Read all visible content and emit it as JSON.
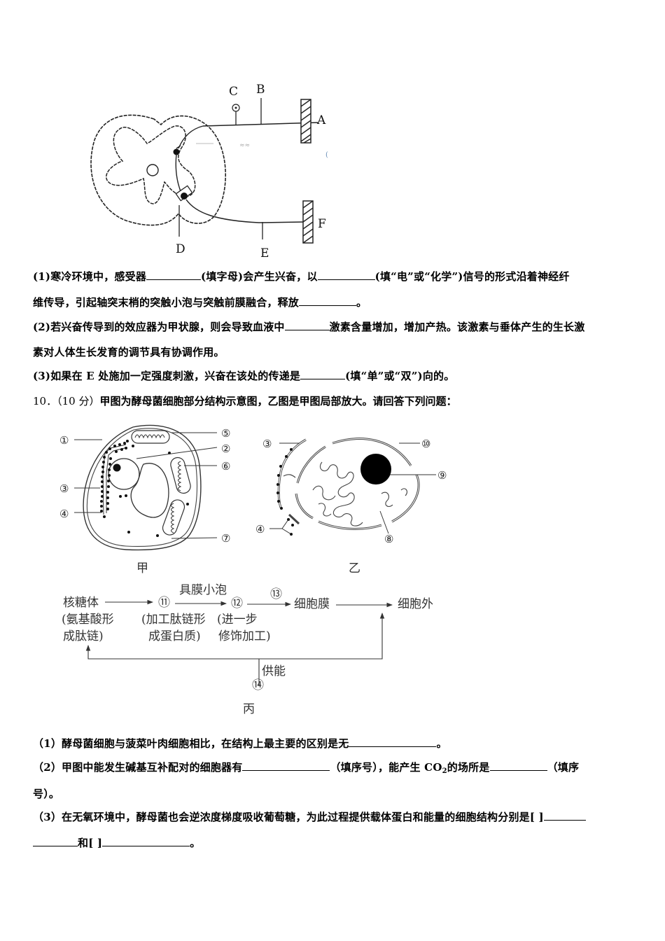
{
  "figure_reflex": {
    "labels": {
      "A": "A",
      "B": "B",
      "C": "C",
      "D": "D",
      "E": "E",
      "F": "F"
    }
  },
  "q9": {
    "p1": {
      "a": "(1)寒冷环境中，感受器",
      "b": "(填字母)会产生兴奋，以",
      "c": "(填“电”或“化学”)信号的形式沿着神经纤",
      "d": "维传导，引起轴突末梢的突触小泡与突触前膜融合，释放",
      "e": "。"
    },
    "p2": {
      "a": "(2)若兴奋传导到的效应器为甲状腺，则会导致血液中",
      "b": "激素含量增加，增加产热。该激素与垂体产生的生长激",
      "c": "素对人体生长发育的调节具有协调作用。"
    },
    "p3": {
      "a": "(3)如果在 E 处施加一定强度刺激，兴奋在该处的传递是",
      "b": "(填“单”或“双”)向的。"
    }
  },
  "q10": {
    "number": "10．（10 分）",
    "stem": "甲图为酵母菌细胞部分结构示意图，乙图是甲图局部放大。请回答下列问题：",
    "fig_jia": {
      "caption": "甲",
      "labels": [
        "①",
        "②",
        "③",
        "④",
        "⑤",
        "⑥",
        "⑦"
      ]
    },
    "fig_yi": {
      "caption": "乙",
      "labels": [
        "③",
        "④",
        "⑧",
        "⑨",
        "⑩"
      ]
    },
    "fig_bing": {
      "caption": "丙",
      "nodes": {
        "ribosome": "核糖体",
        "ribosome_note1": "(氨基酸形",
        "ribosome_note2": "成肽链)",
        "n11": "⑪",
        "n11_note1": "(加工肽链形",
        "n11_note2": "成蛋白质)",
        "vesicle": "具膜小泡",
        "n12": "⑫",
        "n12_note1": "(进一步",
        "n12_note2": "修饰加工)",
        "n13": "⑬",
        "membrane": "细胞膜",
        "outside": "细胞外",
        "energy": "供能",
        "n14": "⑭"
      }
    },
    "s1": {
      "a": "（1）酵母菌细胞与菠菜叶肉细胞相比，在结构上最主要的区别是无",
      "b": "。"
    },
    "s2": {
      "a": "（2）甲图中能发生碱基互补配对的细胞器有",
      "b": "（填序号），能产生 CO",
      "co2_sub": "2",
      "c": "的场所是",
      "d": "（填序",
      "e": "号）。"
    },
    "s3": {
      "a": "（3）在无氧环境中，酵母菌也会逆浓度梯度吸收葡萄糖，为此过程提供载体蛋白和能量的细胞结构分别是[  ]",
      "b": "和[  ]",
      "c": "。"
    }
  }
}
